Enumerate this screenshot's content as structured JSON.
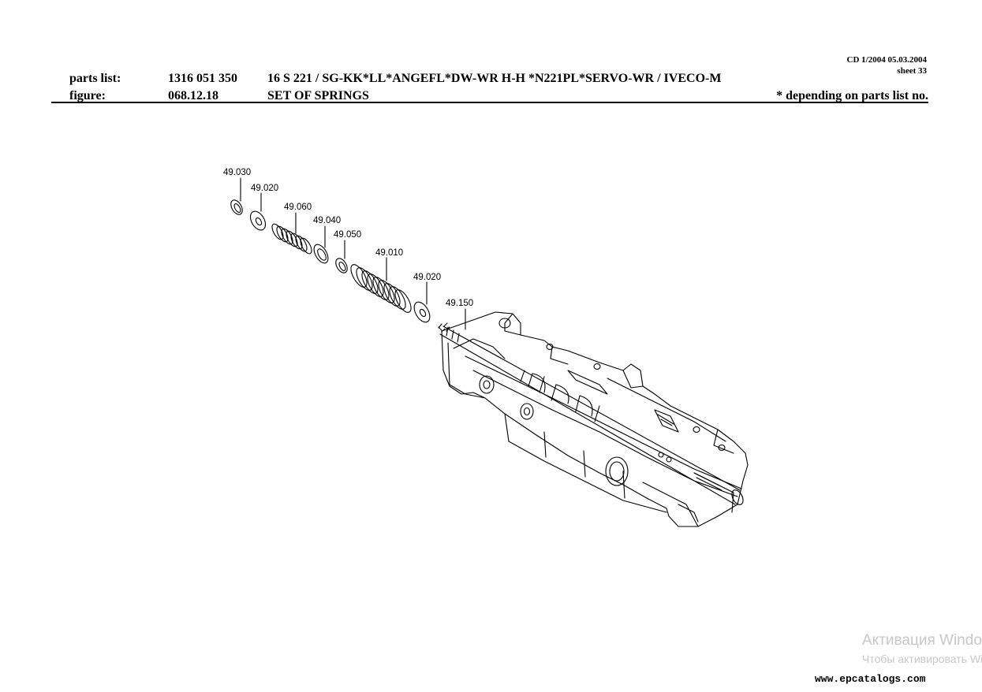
{
  "header": {
    "cd_info": "CD 1/2004 05.03.2004",
    "sheet": "sheet 33",
    "parts_list_label": "parts list:",
    "parts_list_number": "1316 051 350",
    "parts_list_desc": "16 S 221 / SG-KK*LL*ANGEFL*DW-WR H-H *N221PL*SERVO-WR / IVECO-M",
    "figure_label": "figure:",
    "figure_number": "068.12.18",
    "figure_desc": "SET OF SPRINGS",
    "note": "*  depending on parts list no."
  },
  "callouts": [
    {
      "id": "c1",
      "label": "49.030"
    },
    {
      "id": "c2",
      "label": "49.020"
    },
    {
      "id": "c3",
      "label": "49.060"
    },
    {
      "id": "c4",
      "label": "49.040"
    },
    {
      "id": "c5",
      "label": "49.050"
    },
    {
      "id": "c6",
      "label": "49.010"
    },
    {
      "id": "c7",
      "label": "49.020"
    },
    {
      "id": "c8",
      "label": "49.150"
    }
  ],
  "watermark": {
    "line1": "Активация Windows",
    "line2": "Чтобы активировать Windows"
  },
  "site": "www.epcatalogs.com"
}
